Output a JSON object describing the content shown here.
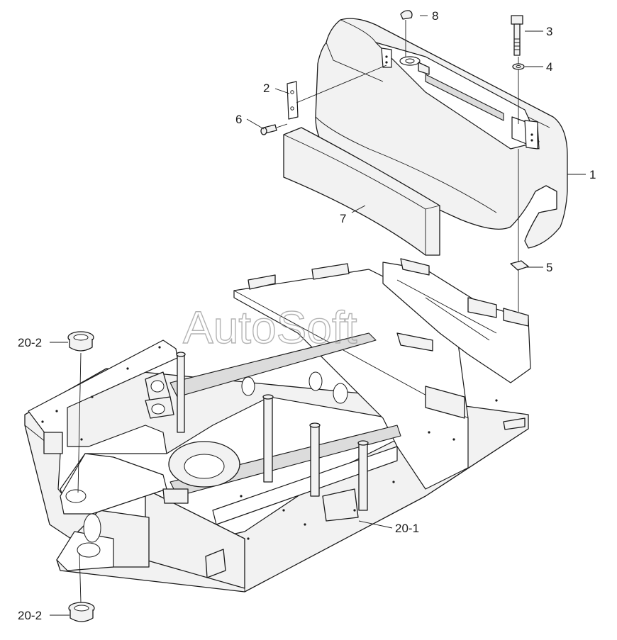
{
  "watermark": "AutoSoft",
  "callouts": [
    {
      "id": "c1",
      "label": "1"
    },
    {
      "id": "c2",
      "label": "2"
    },
    {
      "id": "c3",
      "label": "3"
    },
    {
      "id": "c4",
      "label": "4"
    },
    {
      "id": "c5",
      "label": "5"
    },
    {
      "id": "c6",
      "label": "6"
    },
    {
      "id": "c7",
      "label": "7"
    },
    {
      "id": "c8",
      "label": "8"
    },
    {
      "id": "c20_1",
      "label": "20-1"
    },
    {
      "id": "c20_2a",
      "label": "20-2"
    },
    {
      "id": "c20_2b",
      "label": "20-2"
    }
  ]
}
